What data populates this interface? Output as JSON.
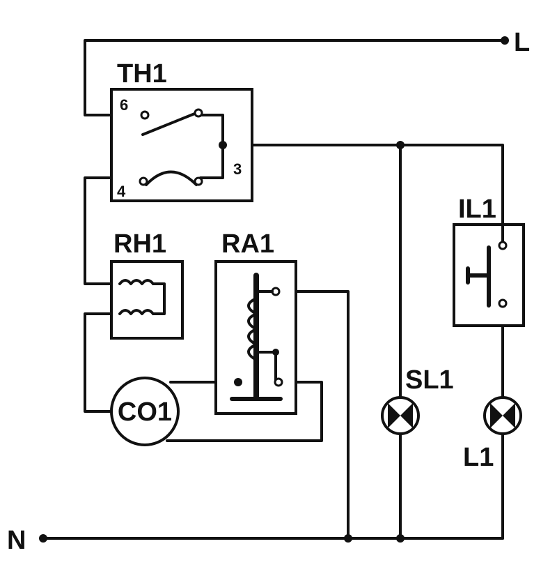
{
  "labels": {
    "line": "L",
    "neutral": "N",
    "thermostat": "TH1",
    "terminal_6": "6",
    "terminal_4": "4",
    "terminal_3": "3",
    "heater": "RH1",
    "relay": "RA1",
    "compressor": "CO1",
    "door_switch": "IL1",
    "signal_lamp": "SL1",
    "lamp": "L1"
  }
}
